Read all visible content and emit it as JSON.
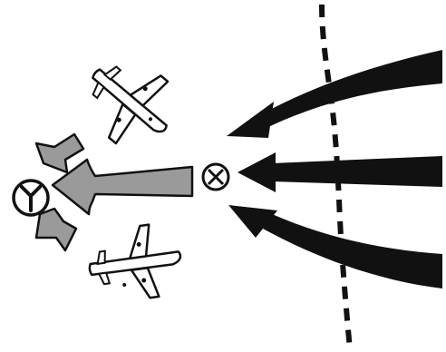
{
  "diagram": {
    "style": "hand-drawn black-and-white sketch",
    "colors": {
      "ink": "#111111",
      "gray_fill": "#9a9a9a",
      "plane_fill": "#ffffff",
      "background": "#ffffff"
    },
    "icons": [
      "dashed-boundary-line",
      "incoming-black-arrow",
      "merge-point-x-circle",
      "outgoing-gray-arrow",
      "airport-symbol-icon",
      "airplane-icon"
    ],
    "counts": {
      "incoming_black_arrows": 3,
      "outgoing_gray_arrows": 3,
      "airplanes": 2
    }
  }
}
